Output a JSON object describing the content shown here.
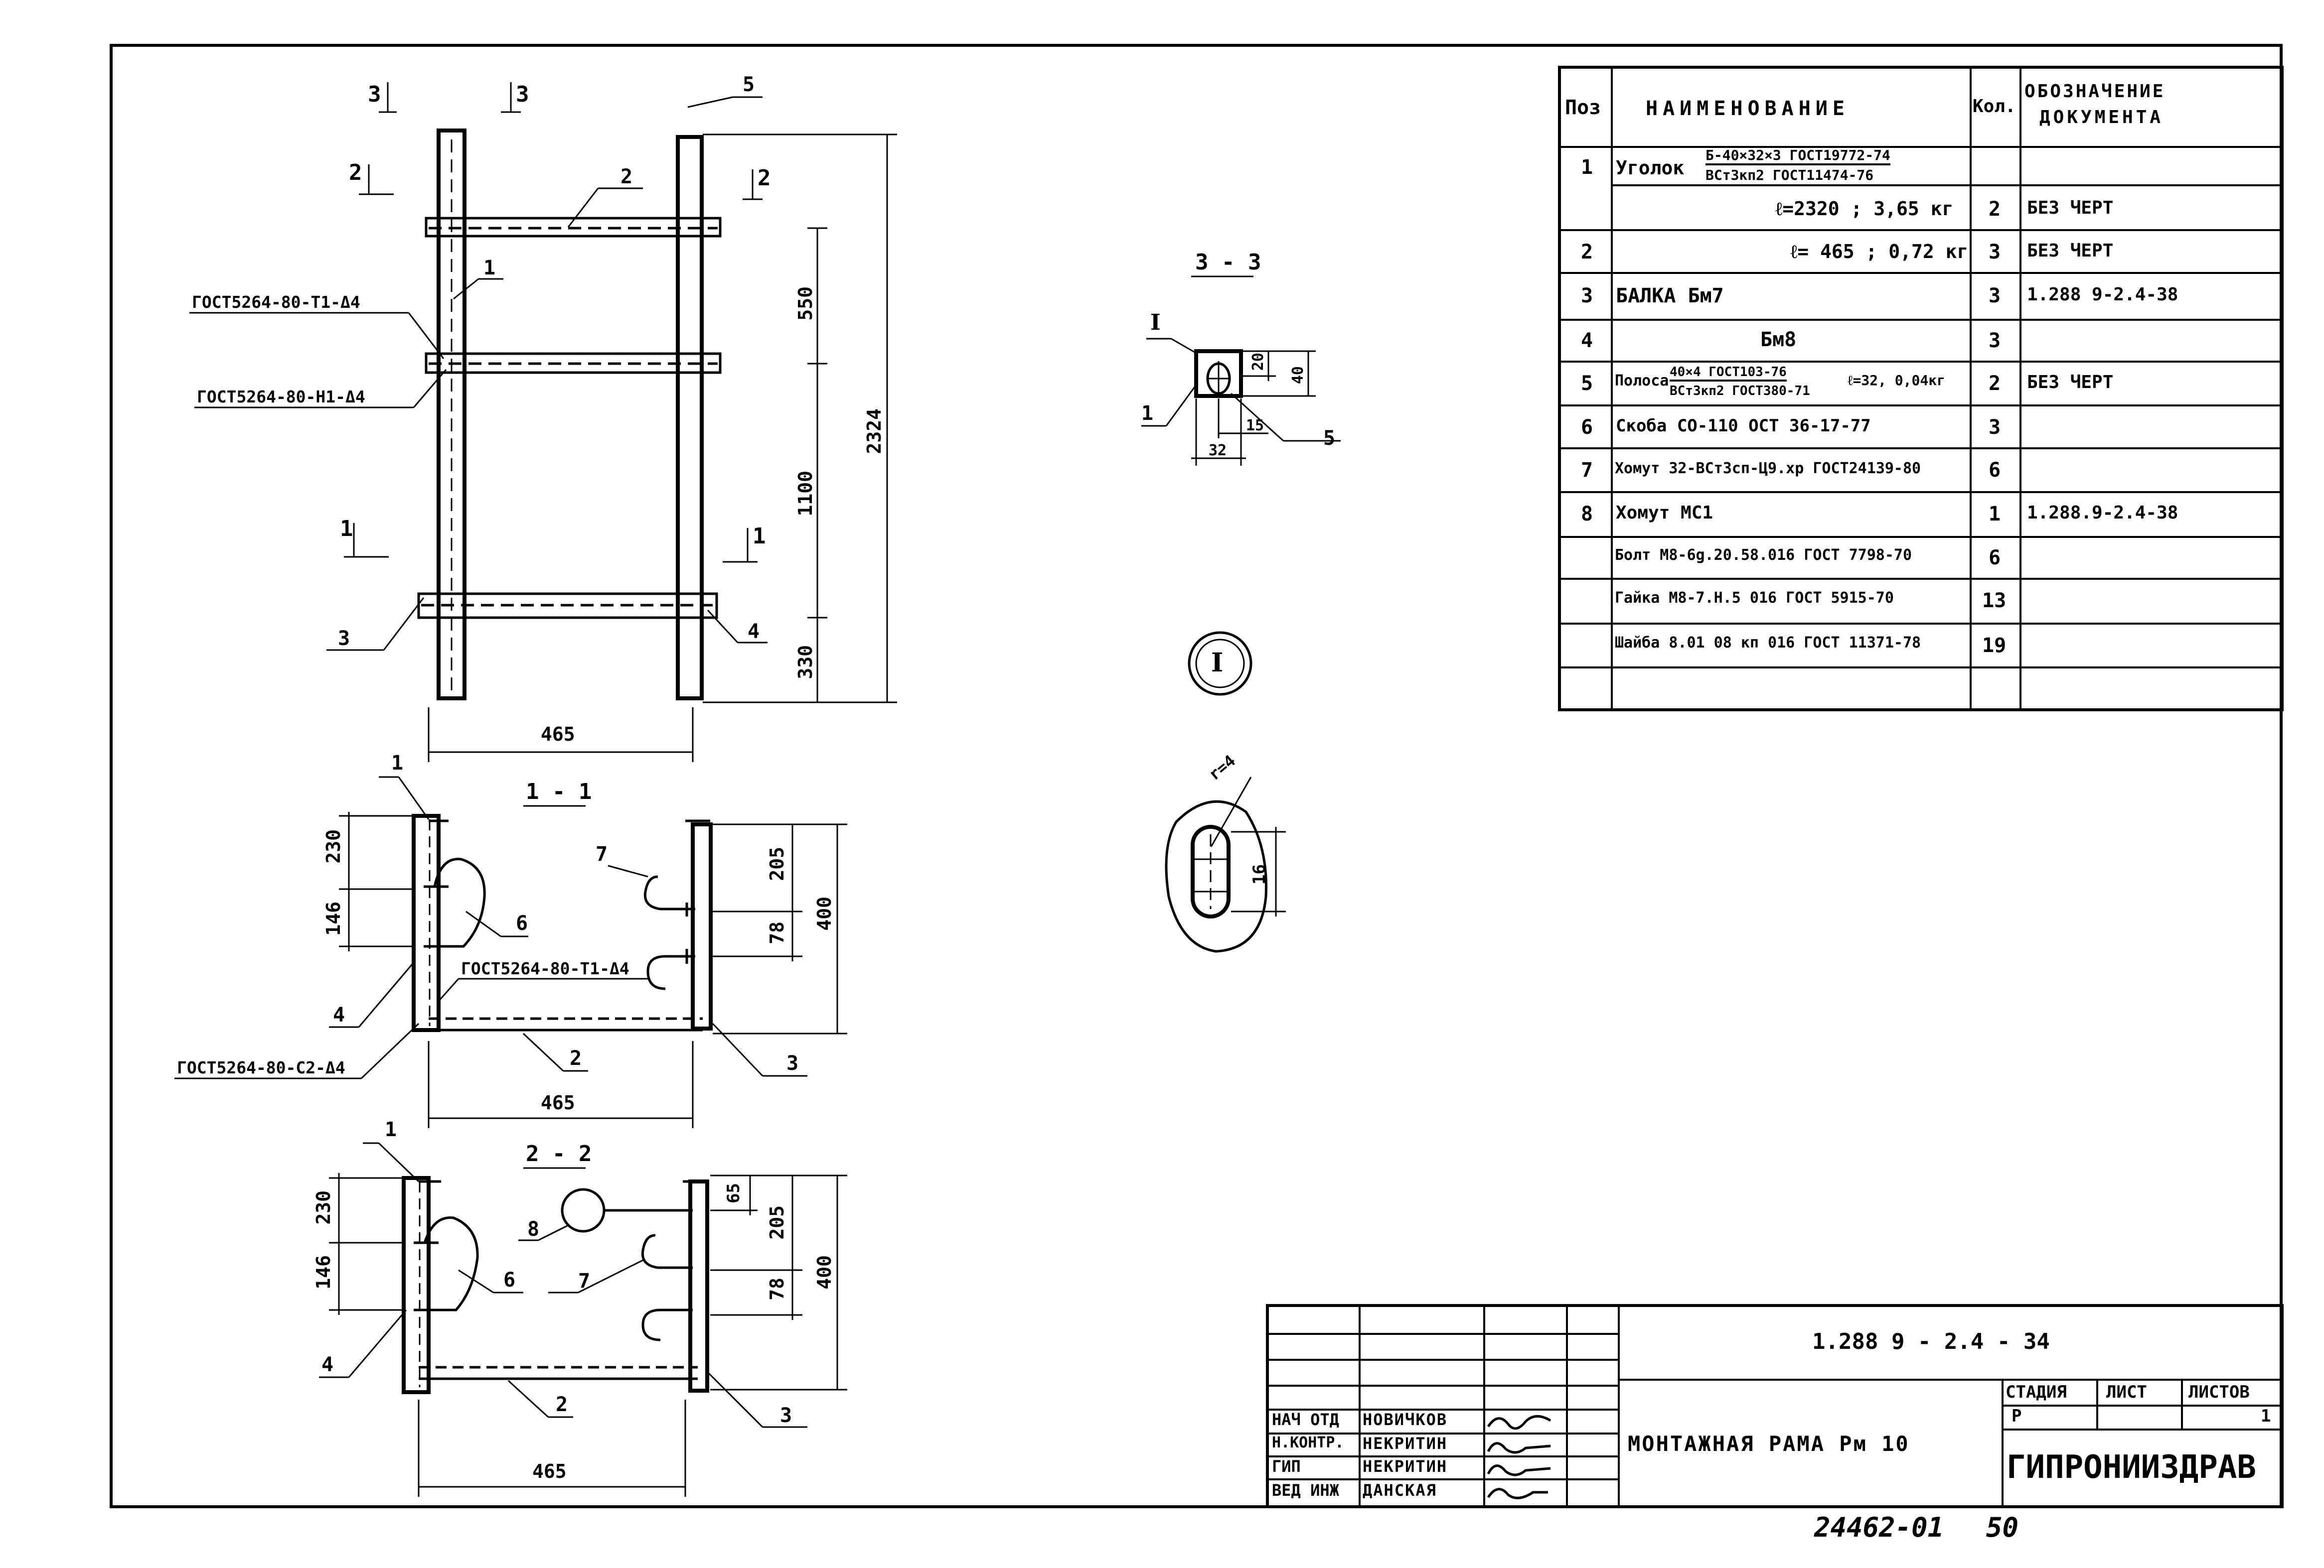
{
  "main_elevation": {
    "section_marks": [
      "3",
      "3",
      "2",
      "2",
      "1",
      "1"
    ],
    "position_labels": [
      "5",
      "2",
      "1",
      "3",
      "4"
    ],
    "weld_labels": [
      "ГОСТ5264-80-Т1-Δ4",
      "ГОСТ5264-80-Н1-Δ4"
    ],
    "dimensions": {
      "d550": "550",
      "d1100": "1100",
      "d330": "330",
      "d2324": "2324",
      "d465": "465"
    }
  },
  "section_1_1": {
    "title": "1 - 1",
    "position_labels": [
      "1",
      "6",
      "7",
      "4",
      "2",
      "3"
    ],
    "weld_labels": [
      "ГОСТ5264-80-Т1-Δ4",
      "ГОСТ5264-80-С2-Δ4"
    ],
    "dimensions": {
      "d230": "230",
      "d146": "146",
      "d205": "205",
      "d78": "78",
      "d400": "400",
      "d465": "465"
    }
  },
  "section_2_2": {
    "title": "2 - 2",
    "position_labels": [
      "1",
      "8",
      "6",
      "7",
      "4",
      "2",
      "3"
    ],
    "dimensions": {
      "d230": "230",
      "d146": "146",
      "d65": "65",
      "d205": "205",
      "d78": "78",
      "d400": "400",
      "d465": "465"
    }
  },
  "section_3_3": {
    "title": "3 - 3",
    "node_mark": "I",
    "position_labels": [
      "1",
      "5"
    ],
    "dimensions": {
      "d20": "20",
      "d40": "40",
      "d15": "15",
      "d32": "32"
    }
  },
  "node_I": {
    "mark": "I"
  },
  "slot_detail": {
    "radius": "r=4",
    "dim": "16"
  },
  "spec_table": {
    "headers": {
      "pos": "Поз",
      "name": "НАИМЕНОВАНИЕ",
      "qty": "Кол.",
      "doc_line1": "ОБОЗНАЧЕНИЕ",
      "doc_line2": "ДОКУМЕНТА"
    },
    "rows": [
      {
        "pos": "1",
        "name": "Уголок",
        "name_num": "Б-40×32×3 ГОСТ19772-74",
        "name_den": "ВСт3кп2 ГОСТ11474-76",
        "qty": "",
        "doc": ""
      },
      {
        "pos": "",
        "name": "ℓ=2320 ;  3,65 кг",
        "qty": "2",
        "doc": "БЕЗ ЧЕРТ"
      },
      {
        "pos": "2",
        "name": "ℓ= 465 ;  0,72 кг",
        "qty": "3",
        "doc": "БЕЗ ЧЕРТ"
      },
      {
        "pos": "3",
        "name": "БАЛКА  Бм7",
        "qty": "3",
        "doc": "1.288 9-2.4-38"
      },
      {
        "pos": "4",
        "name": "Бм8",
        "qty": "3",
        "doc": ""
      },
      {
        "pos": "5",
        "name": "Полоса",
        "name_num": "40×4 ГОСТ103-76",
        "name_den": "ВСт3кп2 ГОСТ380-71",
        "name_tail": "ℓ=32, 0,04кг",
        "qty": "2",
        "doc": "БЕЗ ЧЕРТ"
      },
      {
        "pos": "6",
        "name": "Скоба  СО-110   ОСТ 36-17-77",
        "qty": "3",
        "doc": ""
      },
      {
        "pos": "7",
        "name": "Хомут 32-ВСт3сп-Ц9.хр ГОСТ24139-80",
        "qty": "6",
        "doc": ""
      },
      {
        "pos": "8",
        "name": "Хомут  МС1",
        "qty": "1",
        "doc": "1.288.9-2.4-38"
      },
      {
        "pos": "",
        "name": "Болт М8-6g.20.58.016 ГОСТ 7798-70",
        "qty": "6",
        "doc": ""
      },
      {
        "pos": "",
        "name": "Гайка М8-7.Н.5 016  ГОСТ 5915-70",
        "qty": "13",
        "doc": ""
      },
      {
        "pos": "",
        "name": "Шайба 8.01 08 кп 016 ГОСТ 11371-78",
        "qty": "19",
        "doc": ""
      },
      {
        "pos": "",
        "name": "",
        "qty": "",
        "doc": ""
      }
    ]
  },
  "title_block": {
    "doc_code": "1.288 9 - 2.4 - 34",
    "drawing_title": "МОНТАЖНАЯ РАМА Рм 10",
    "stage_label": "СТАДИЯ",
    "sheet_label": "ЛИСТ",
    "sheets_label": "ЛИСТОВ",
    "stage_value": "Р",
    "sheet_value": "",
    "sheets_value": "1",
    "organization": "ГИПРОНИИЗДРАВ",
    "signatures": [
      {
        "role": "НАЧ ОТД",
        "name": "НОВИЧКОВ"
      },
      {
        "role": "Н.КОНТР.",
        "name": "НЕКРИТИН"
      },
      {
        "role": "ГИП",
        "name": "НЕКРИТИН"
      },
      {
        "role": "ВЕД ИНЖ",
        "name": "ДАНСКАЯ"
      }
    ]
  },
  "footer": {
    "inventory": "24462-01",
    "page": "50"
  }
}
